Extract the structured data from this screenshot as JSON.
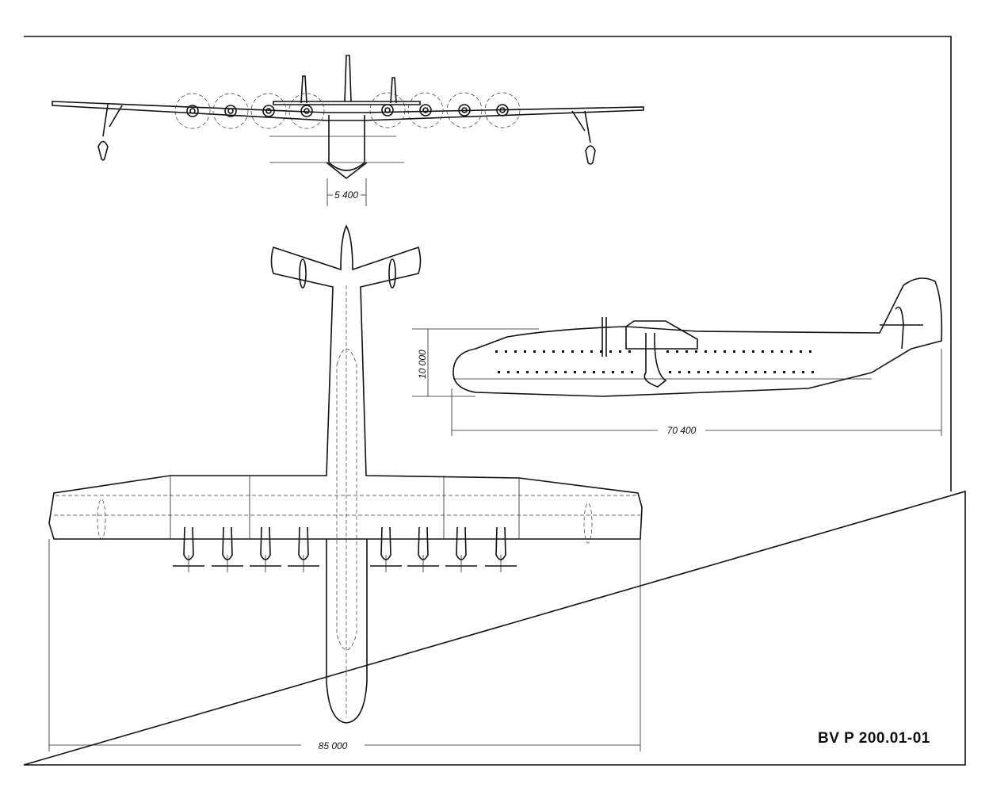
{
  "drawing_id": "BV P 200.01-01",
  "dimensions": {
    "hull_beam": "5 400",
    "height": "10 000",
    "length": "70 400",
    "span": "85 000"
  }
}
